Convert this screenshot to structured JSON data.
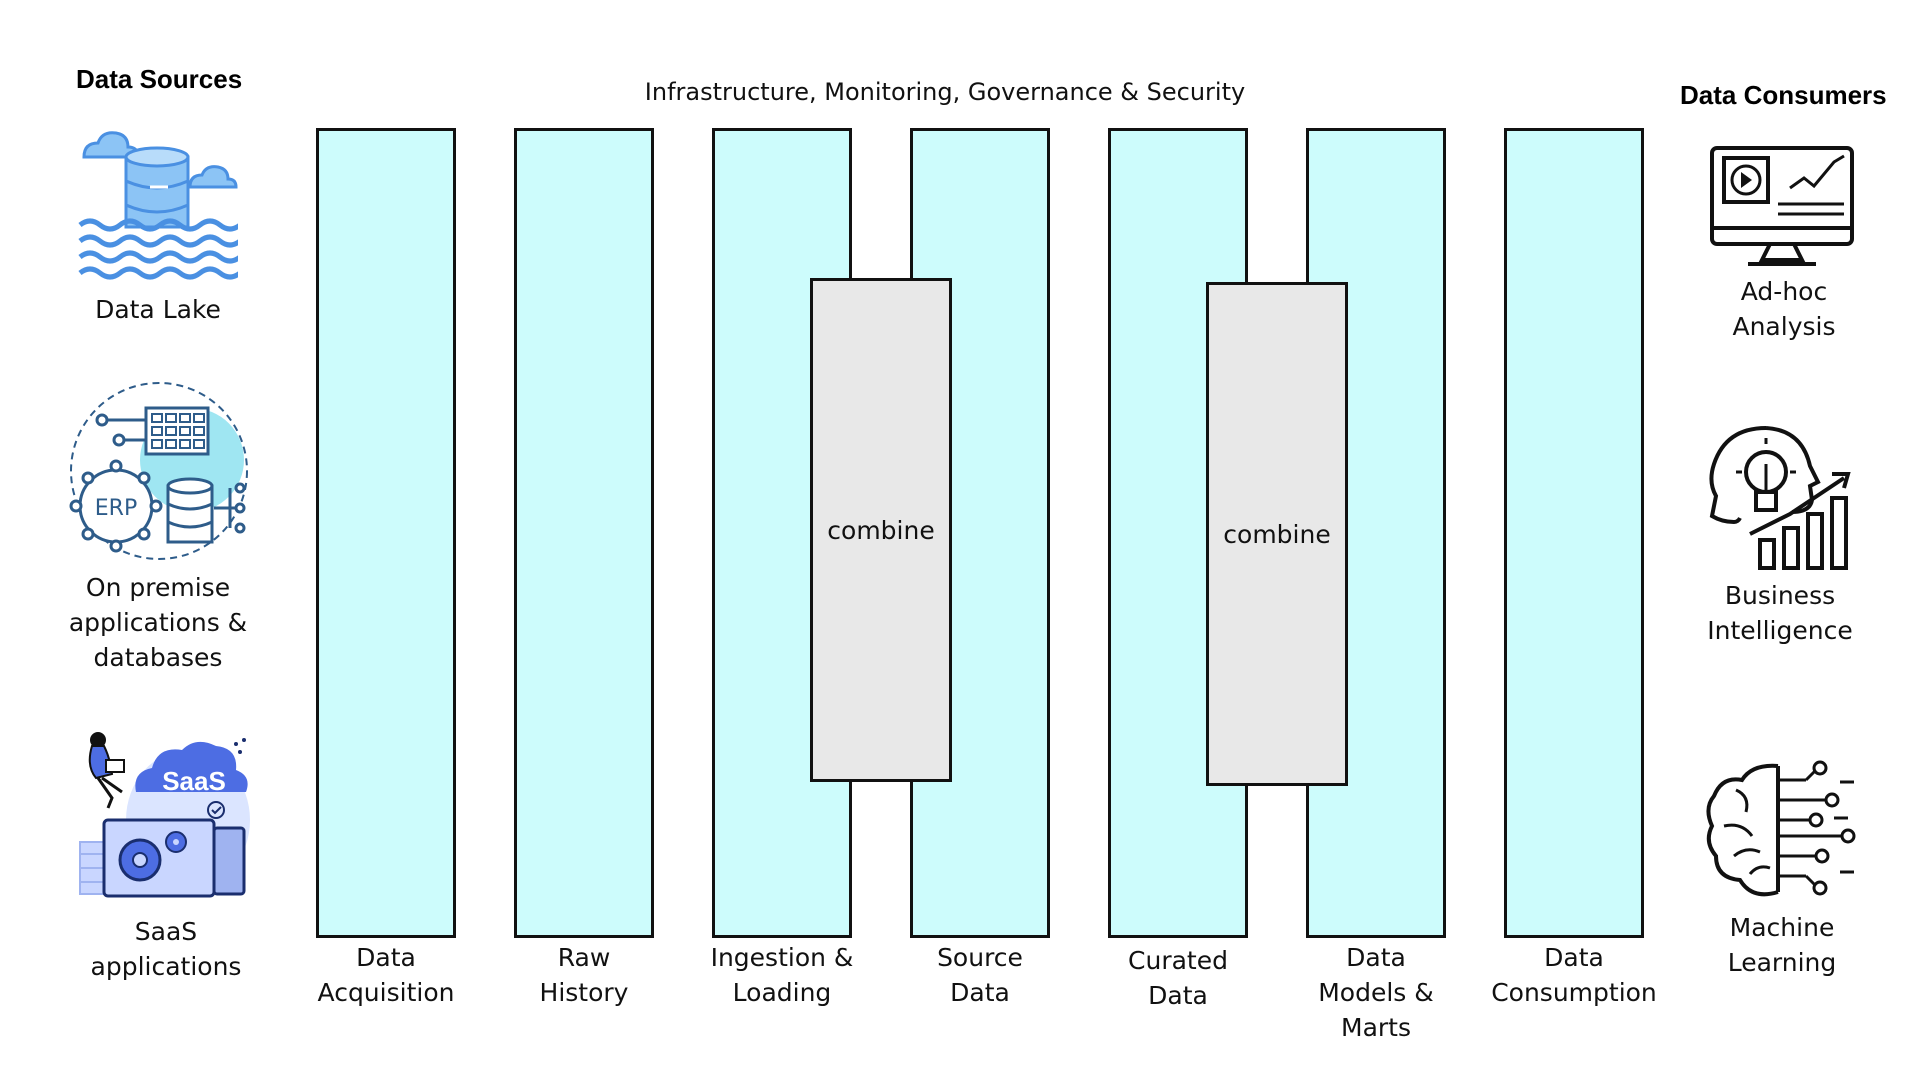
{
  "sources": {
    "heading": "Data Sources",
    "items": [
      {
        "label": "Data Lake",
        "icon": "data-lake-icon"
      },
      {
        "label": "On premise\napplications &\ndatabases",
        "icon": "erp-database-icon"
      },
      {
        "label": "SaaS\napplications",
        "icon": "saas-icon"
      }
    ]
  },
  "infrastructure": {
    "label": "Infrastructure, Monitoring, Governance & Security"
  },
  "stages": [
    {
      "label": "Data\nAcquisition"
    },
    {
      "label": "Raw\nHistory"
    },
    {
      "label": "Ingestion &\nLoading"
    },
    {
      "label": "Source\nData"
    },
    {
      "label": "Curated\nData"
    },
    {
      "label": "Data\nModels &\nMarts"
    },
    {
      "label": "Data\nConsumption"
    }
  ],
  "combiners": [
    {
      "label": "combine"
    },
    {
      "label": "combine"
    }
  ],
  "consumers": {
    "heading": "Data Consumers",
    "items": [
      {
        "label": "Ad-hoc\nAnalysis",
        "icon": "monitor-chart-icon"
      },
      {
        "label": "Business\nIntelligence",
        "icon": "lightbulb-growth-icon"
      },
      {
        "label": "Machine\nLearning",
        "icon": "brain-circuit-icon"
      }
    ]
  },
  "colors": {
    "column_fill": "#cdfcfc",
    "combine_fill": "#e8e8e8",
    "icon_blue": "#5aa3ea",
    "saas_blue": "#4d6de3"
  }
}
